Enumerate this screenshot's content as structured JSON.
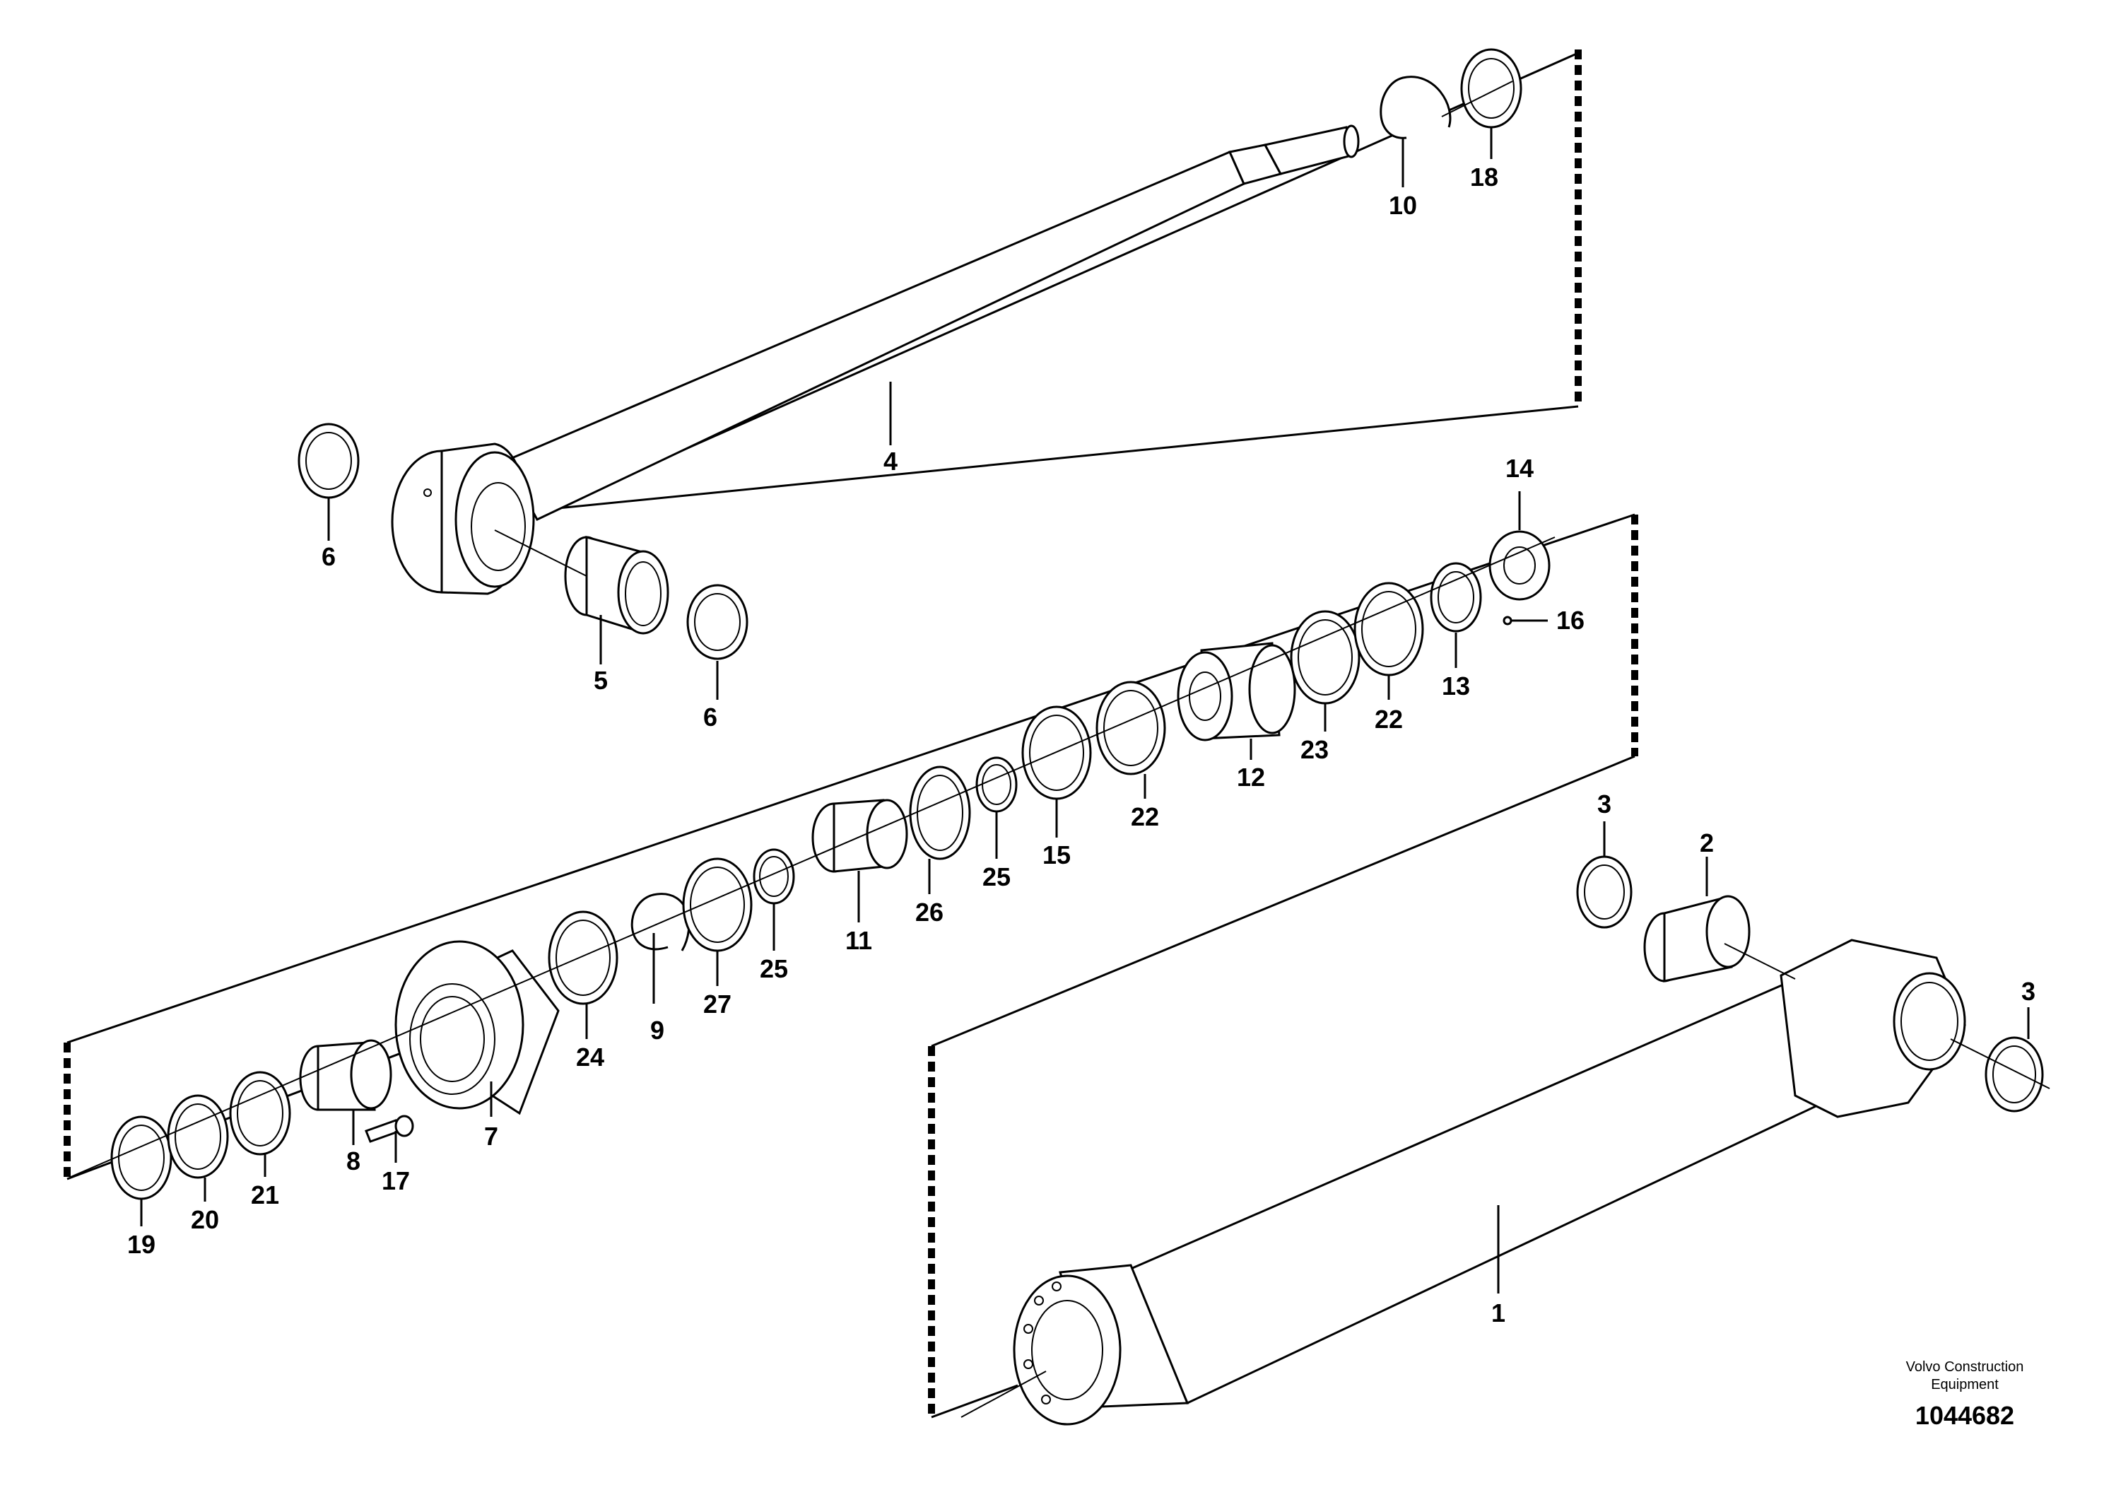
{
  "callouts": {
    "c1": "1",
    "c2": "2",
    "c3a": "3",
    "c3b": "3",
    "c4": "4",
    "c5": "5",
    "c6a": "6",
    "c6b": "6",
    "c7": "7",
    "c8": "8",
    "c9": "9",
    "c10": "10",
    "c11": "11",
    "c12": "12",
    "c13": "13",
    "c14": "14",
    "c15": "15",
    "c16": "16",
    "c17": "17",
    "c18": "18",
    "c19": "19",
    "c20": "20",
    "c21": "21",
    "c22a": "22",
    "c22b": "22",
    "c23": "23",
    "c24": "24",
    "c25a": "25",
    "c25b": "25",
    "c26": "26",
    "c27": "27"
  },
  "credit": {
    "line1": "Volvo Construction",
    "line2": "Equipment"
  },
  "document_number": "1044682"
}
